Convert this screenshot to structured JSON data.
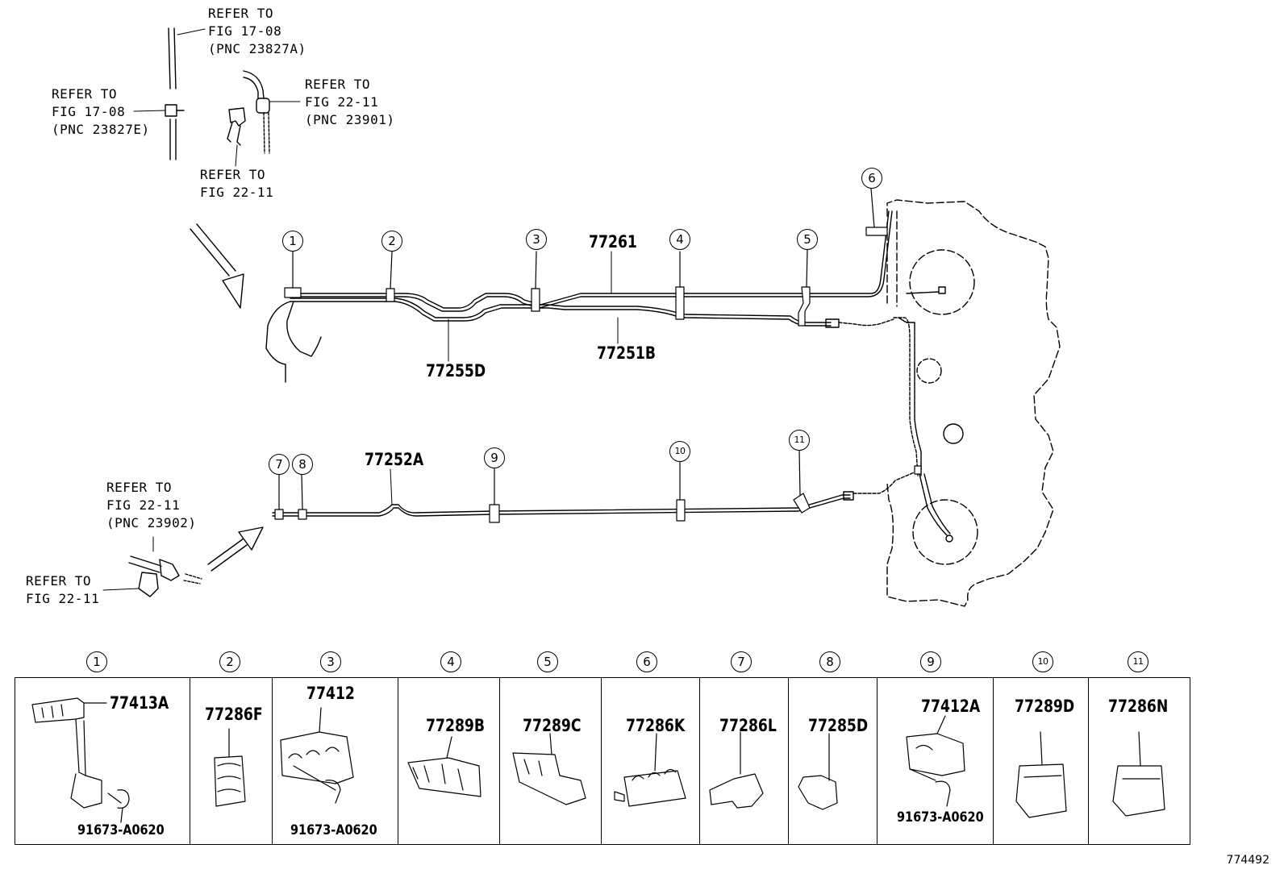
{
  "references": {
    "ref_a": [
      "REFER TO",
      "FIG 17-08",
      "(PNC 23827A)"
    ],
    "ref_b": [
      "REFER TO",
      "FIG 17-08",
      "(PNC 23827E)"
    ],
    "ref_c": [
      "REFER TO",
      "FIG 22-11",
      "(PNC 23901)"
    ],
    "ref_d": [
      "REFER TO",
      "FIG 22-11"
    ],
    "ref_e": [
      "REFER TO",
      "FIG 22-11",
      "(PNC 23902)"
    ],
    "ref_f": [
      "REFER TO",
      "FIG 22-11"
    ]
  },
  "tube_labels": {
    "upper_return": "77261",
    "main_a": "77255D",
    "main_b": "77251B",
    "lower": "77252A"
  },
  "callouts": [
    "1",
    "2",
    "3",
    "4",
    "5",
    "6",
    "7",
    "8",
    "9",
    "10",
    "11"
  ],
  "table": {
    "columns": [
      {
        "num": "1",
        "parts": [
          "77413A",
          "91673-A0620"
        ]
      },
      {
        "num": "2",
        "parts": [
          "77286F"
        ]
      },
      {
        "num": "3",
        "parts": [
          "77412",
          "91673-A0620"
        ]
      },
      {
        "num": "4",
        "parts": [
          "77289B"
        ]
      },
      {
        "num": "5",
        "parts": [
          "77289C"
        ]
      },
      {
        "num": "6",
        "parts": [
          "77286K"
        ]
      },
      {
        "num": "7",
        "parts": [
          "77286L"
        ]
      },
      {
        "num": "8",
        "parts": [
          "77285D"
        ]
      },
      {
        "num": "9",
        "parts": [
          "77412A",
          "91673-A0620"
        ]
      },
      {
        "num": "10",
        "parts": [
          "77289D"
        ]
      },
      {
        "num": "11",
        "parts": [
          "77286N"
        ]
      }
    ]
  },
  "figure_id": "774492"
}
